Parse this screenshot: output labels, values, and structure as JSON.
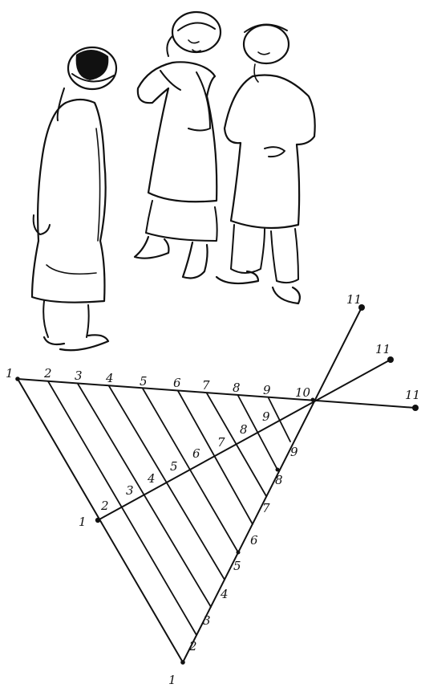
{
  "labels": {
    "top": [
      "1",
      "2",
      "3",
      "4",
      "5",
      "6",
      "7",
      "8",
      "9",
      "10",
      "11"
    ],
    "middle": [
      "1",
      "2",
      "3",
      "4",
      "5",
      "6",
      "7",
      "8",
      "9"
    ],
    "bottom": [
      "1",
      "2",
      "3",
      "4",
      "5",
      "6",
      "7",
      "8",
      "9"
    ],
    "end_top": "11",
    "end_middle": "11",
    "end_bottom": "11"
  }
}
